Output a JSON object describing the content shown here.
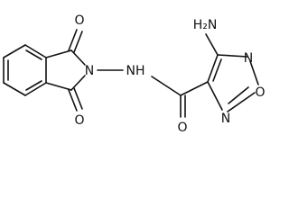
{
  "molecule": {
    "atom_labels": {
      "o_top": "O",
      "o_bottom": "O",
      "n_imide": "N",
      "nh": "NH",
      "nh2": "H₂N",
      "o_amide": "O",
      "n_ring_upper": "N",
      "o_ring": "O",
      "n_ring_lower": "N"
    }
  }
}
